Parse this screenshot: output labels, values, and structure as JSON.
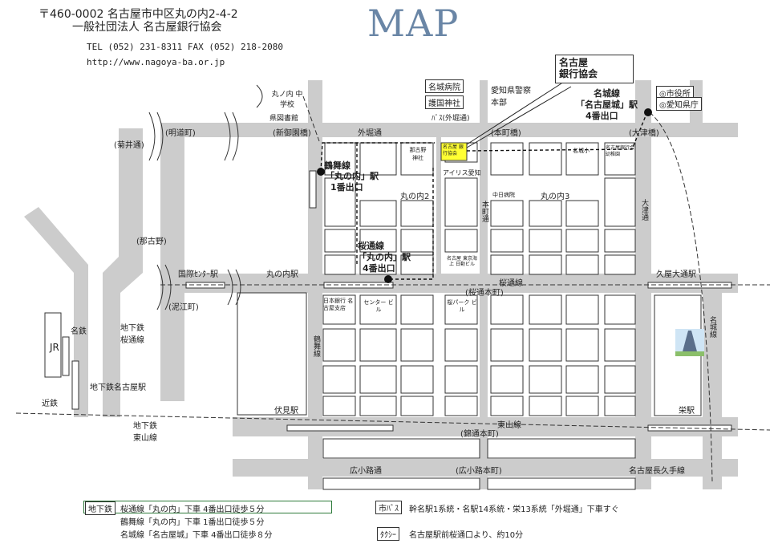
{
  "header": {
    "address": "〒460-0002 名古屋市中区丸の内2-4-2",
    "org": "一般社団法人 名古屋銀行協会",
    "tel": "TEL (052) 231-8311 FAX (052) 218-2080",
    "url": "http://www.nagoya-ba.or.jp",
    "map_title": "MAP"
  },
  "callout": {
    "bank_line1": "名古屋",
    "bank_line2": "銀行協会"
  },
  "streets": {
    "gaiboridori": "外堀通",
    "meidocho": "(明道町)",
    "kikuidori": "(菊井通)",
    "shingoenbashi": "(新御園橋)",
    "honmachibashi": "(本町橋)",
    "otsubashi": "(大津橋)",
    "nagono": "(那古野)",
    "kokusai": "国際ｾﾝﾀｰ駅",
    "deiecho": "(泥江町)",
    "marunouchi_st": "丸の内駅",
    "sakuradori_line": "桜通線",
    "sakura_honmachi": "(桜通本町)",
    "hisaya_st": "久屋大通駅",
    "fushimi_st": "伏見駅",
    "higashiyama_line": "東山線",
    "nishiki_honmachi": "(錦通本町)",
    "sakae_st": "栄駅",
    "hirokoji": "広小路通",
    "hirokoji_honmachi": "(広小路本町)",
    "nagakute": "名古屋長久手線",
    "jr": "JR",
    "meitetsu": "名鉄",
    "kintetsu": "近鉄",
    "subway_sakura": "地下鉄 桜通線",
    "subway_nagoya_st": "地下鉄名古屋駅",
    "subway_higashi": "地下鉄 東山線",
    "tsurumai_v": "鶴舞線",
    "meijo_v": "名城線",
    "otsu_v": "大津通",
    "honmachi_v": "本町通",
    "marunouchi2": "丸の内2",
    "marunouchi3": "丸の内3"
  },
  "landmarks": {
    "marunouchi_jhs": "丸ノ内 中学校",
    "pref_library": "県図書館",
    "meijo_hospital": "名城病院",
    "gokoku_shrine": "護国神社",
    "bus_gaibori": "ﾊﾞｽ(外堀通)",
    "police_hq": "愛知県警察 本部",
    "city_hall": "◎市役所",
    "pref_office": "◎愛知県庁",
    "nagoya_shrine": "那古野 神社",
    "iris": "アイリス愛知",
    "chubu_hospital": "中日病院",
    "meijo_elem": "名城小",
    "nichigin": "日本銀行 名古屋支店",
    "center_bldg": "センター ビル",
    "sakura_park": "桜パーク ビル",
    "kaijo_bldg": "名古屋 東京海上 日動ビル",
    "yuzai": "名古屋銀行会 幼稚園",
    "bank_small": "名古屋 銀行協会"
  },
  "stations": {
    "tsurumai_line": "鶴舞線",
    "tsurumai_name": "「丸の内」駅",
    "tsurumai_exit": "1番出口",
    "sakura_line": "桜通線",
    "sakura_name": "「丸の内」駅",
    "sakura_exit": "4番出口",
    "meijo_line": "名城線",
    "meijo_name": "「名古屋城」駅",
    "meijo_exit": "4番出口"
  },
  "legend": {
    "subway_tag": "地下鉄",
    "subway_1": "桜通線「丸の内」下車 4番出口徒歩５分",
    "subway_2": "鶴舞線「丸の内」下車 1番出口徒歩５分",
    "subway_3": "名城線「名古屋城」下車 4番出口徒歩８分",
    "bus_tag": "市ﾊﾞｽ",
    "bus_text": "幹名駅1系統・名駅14系統・栄13系統「外堀通」下車すぐ",
    "taxi_tag": "ﾀｸｼｰ",
    "taxi_text": "名古屋駅前桜通口より、約10分"
  },
  "colors": {
    "road": "#cccccc",
    "block_border": "#333333",
    "bank_fill": "#ffff33",
    "title": "#6a86a6"
  }
}
